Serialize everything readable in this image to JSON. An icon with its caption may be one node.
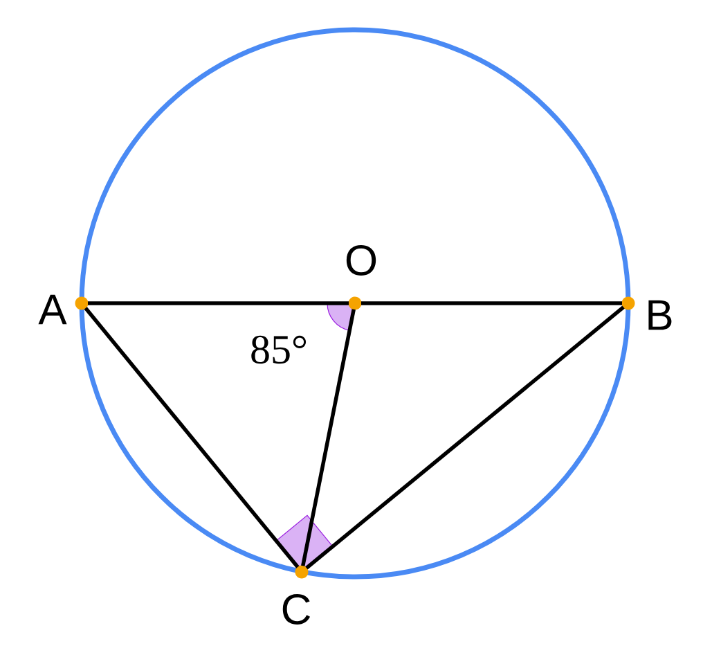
{
  "diagram": {
    "nodes": [
      {
        "text": [
          "A"
        ]
      },
      {
        "text": [
          "O"
        ]
      },
      {
        "text": [
          "B"
        ]
      },
      {
        "text": [
          "C"
        ]
      }
    ],
    "edges": [
      {
        "from": 0,
        "to": 1,
        "arrow": "none"
      },
      {
        "from": 1,
        "to": 2,
        "arrow": "none"
      },
      {
        "from": 0,
        "to": 3,
        "arrow": "none"
      },
      {
        "from": 1,
        "to": 3,
        "arrow": "none"
      },
      {
        "from": 3,
        "to": 2,
        "arrow": "none"
      }
    ],
    "labels": [
      "85°"
    ]
  }
}
